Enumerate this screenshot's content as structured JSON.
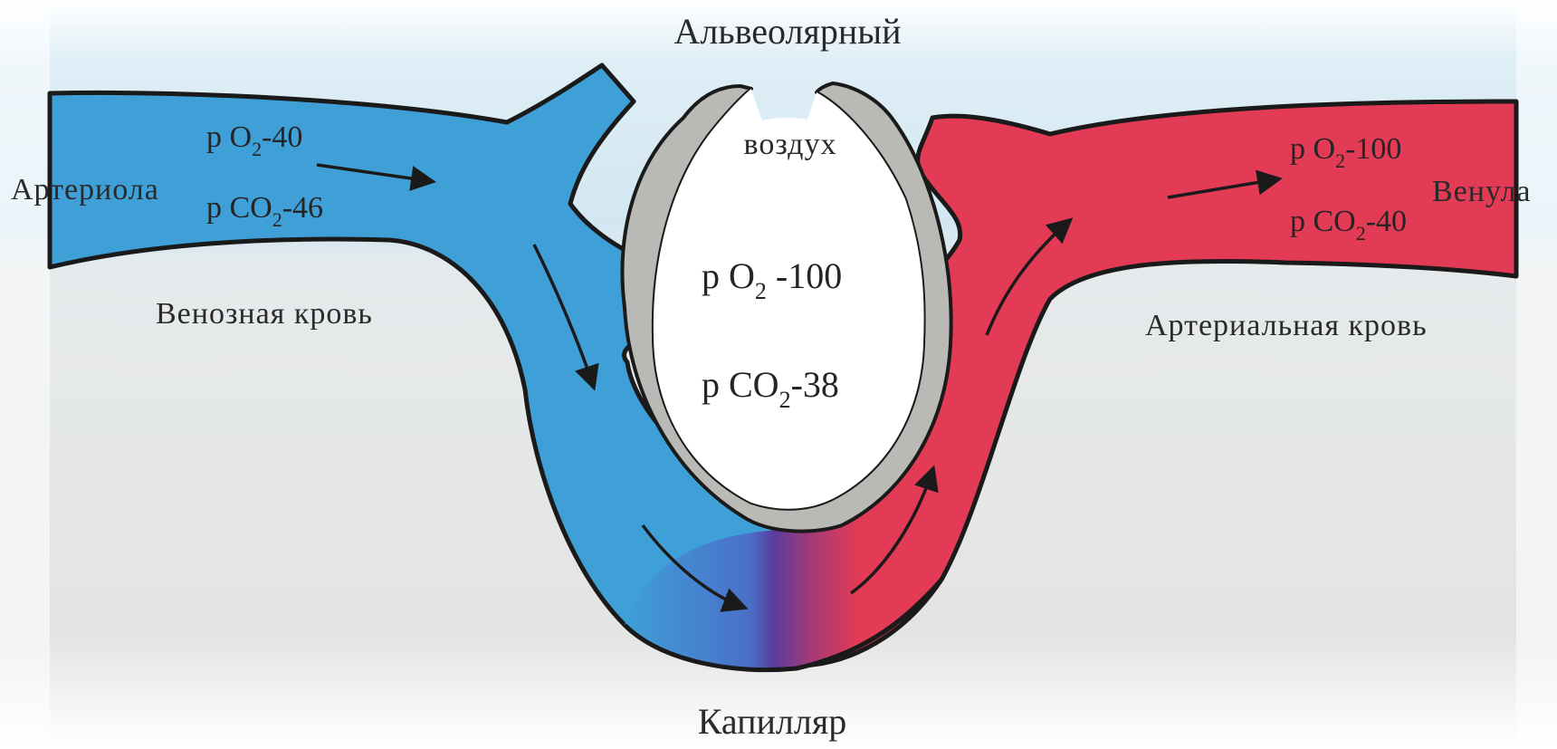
{
  "labels": {
    "alveolar": "Альвеолярный",
    "air": "воздух",
    "arteriole": "Артериола",
    "venule": "Венула",
    "venous_blood": "Венозная кровь",
    "arterial_blood": "Артериальная кровь",
    "capillary": "Капилляр"
  },
  "gases": {
    "left": {
      "o2": {
        "p": "p O",
        "sub": "2",
        "val": "-40"
      },
      "co2": {
        "p": "p CO",
        "sub": "2",
        "val": "-46"
      }
    },
    "center": {
      "o2": {
        "p": "p  O",
        "sub": "2",
        "val": " -100"
      },
      "co2": {
        "p": "p CO",
        "sub": "2",
        "val": "-38"
      }
    },
    "right": {
      "o2": {
        "p": "p O",
        "sub": "2",
        "val": "-100"
      },
      "co2": {
        "p": "p CO",
        "sub": "2",
        "val": "-40"
      }
    }
  },
  "colors": {
    "venous": "#3fa0d8",
    "arterial": "#e33a55",
    "mixed": "#5a3c9c",
    "wall": "#b9b9b5",
    "outline": "#1a1a1a"
  }
}
